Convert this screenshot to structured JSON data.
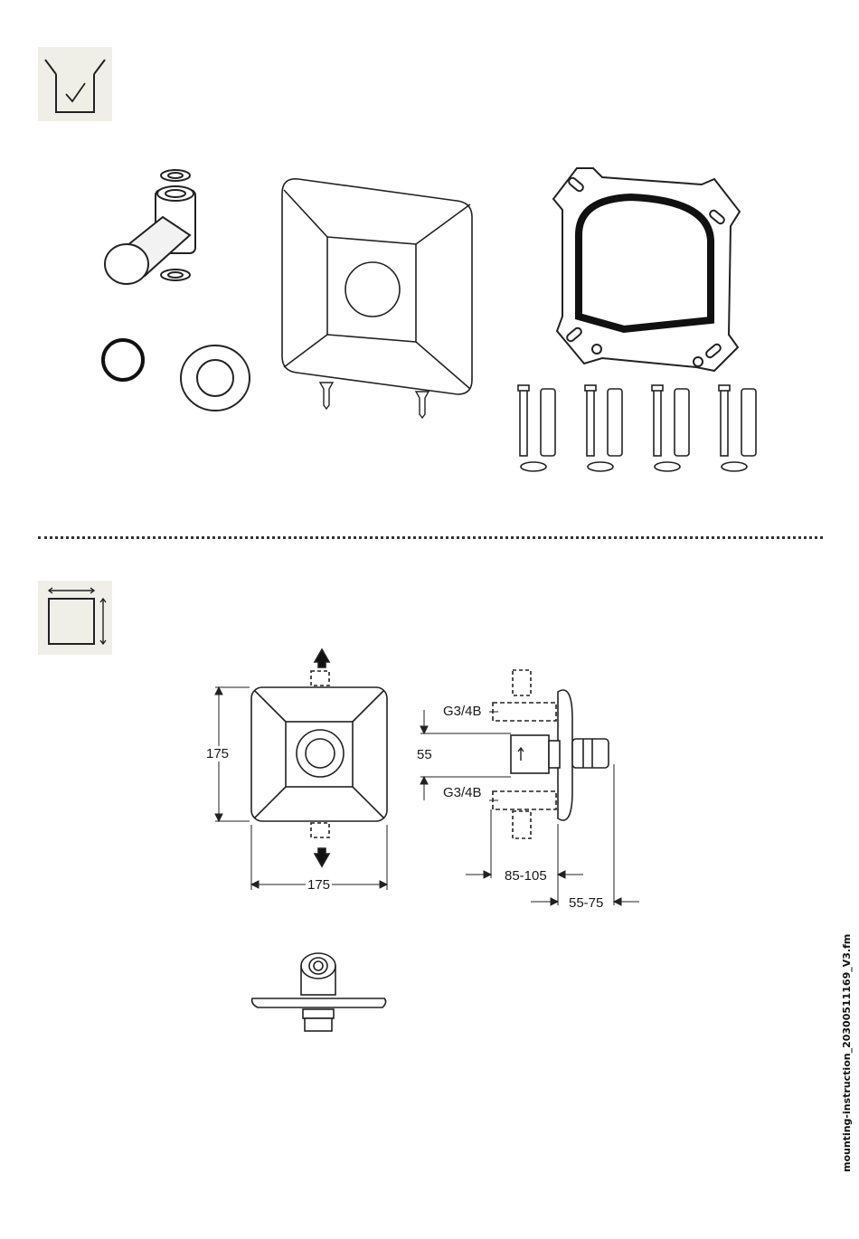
{
  "icons": {
    "scope_of_delivery": "checkbox-delivery-icon",
    "dimensions": "dimensions-icon"
  },
  "drawing": {
    "front_width_label": "175",
    "front_height_label": "175",
    "side_spacing_label": "55",
    "thread_top_label": "G3/4B",
    "thread_bottom_label": "G3/4B",
    "wall_depth_label": "85-105",
    "projection_label": "55-75"
  },
  "footer": {
    "filename": "mounting-instruction_20300511169_V3.fm"
  }
}
